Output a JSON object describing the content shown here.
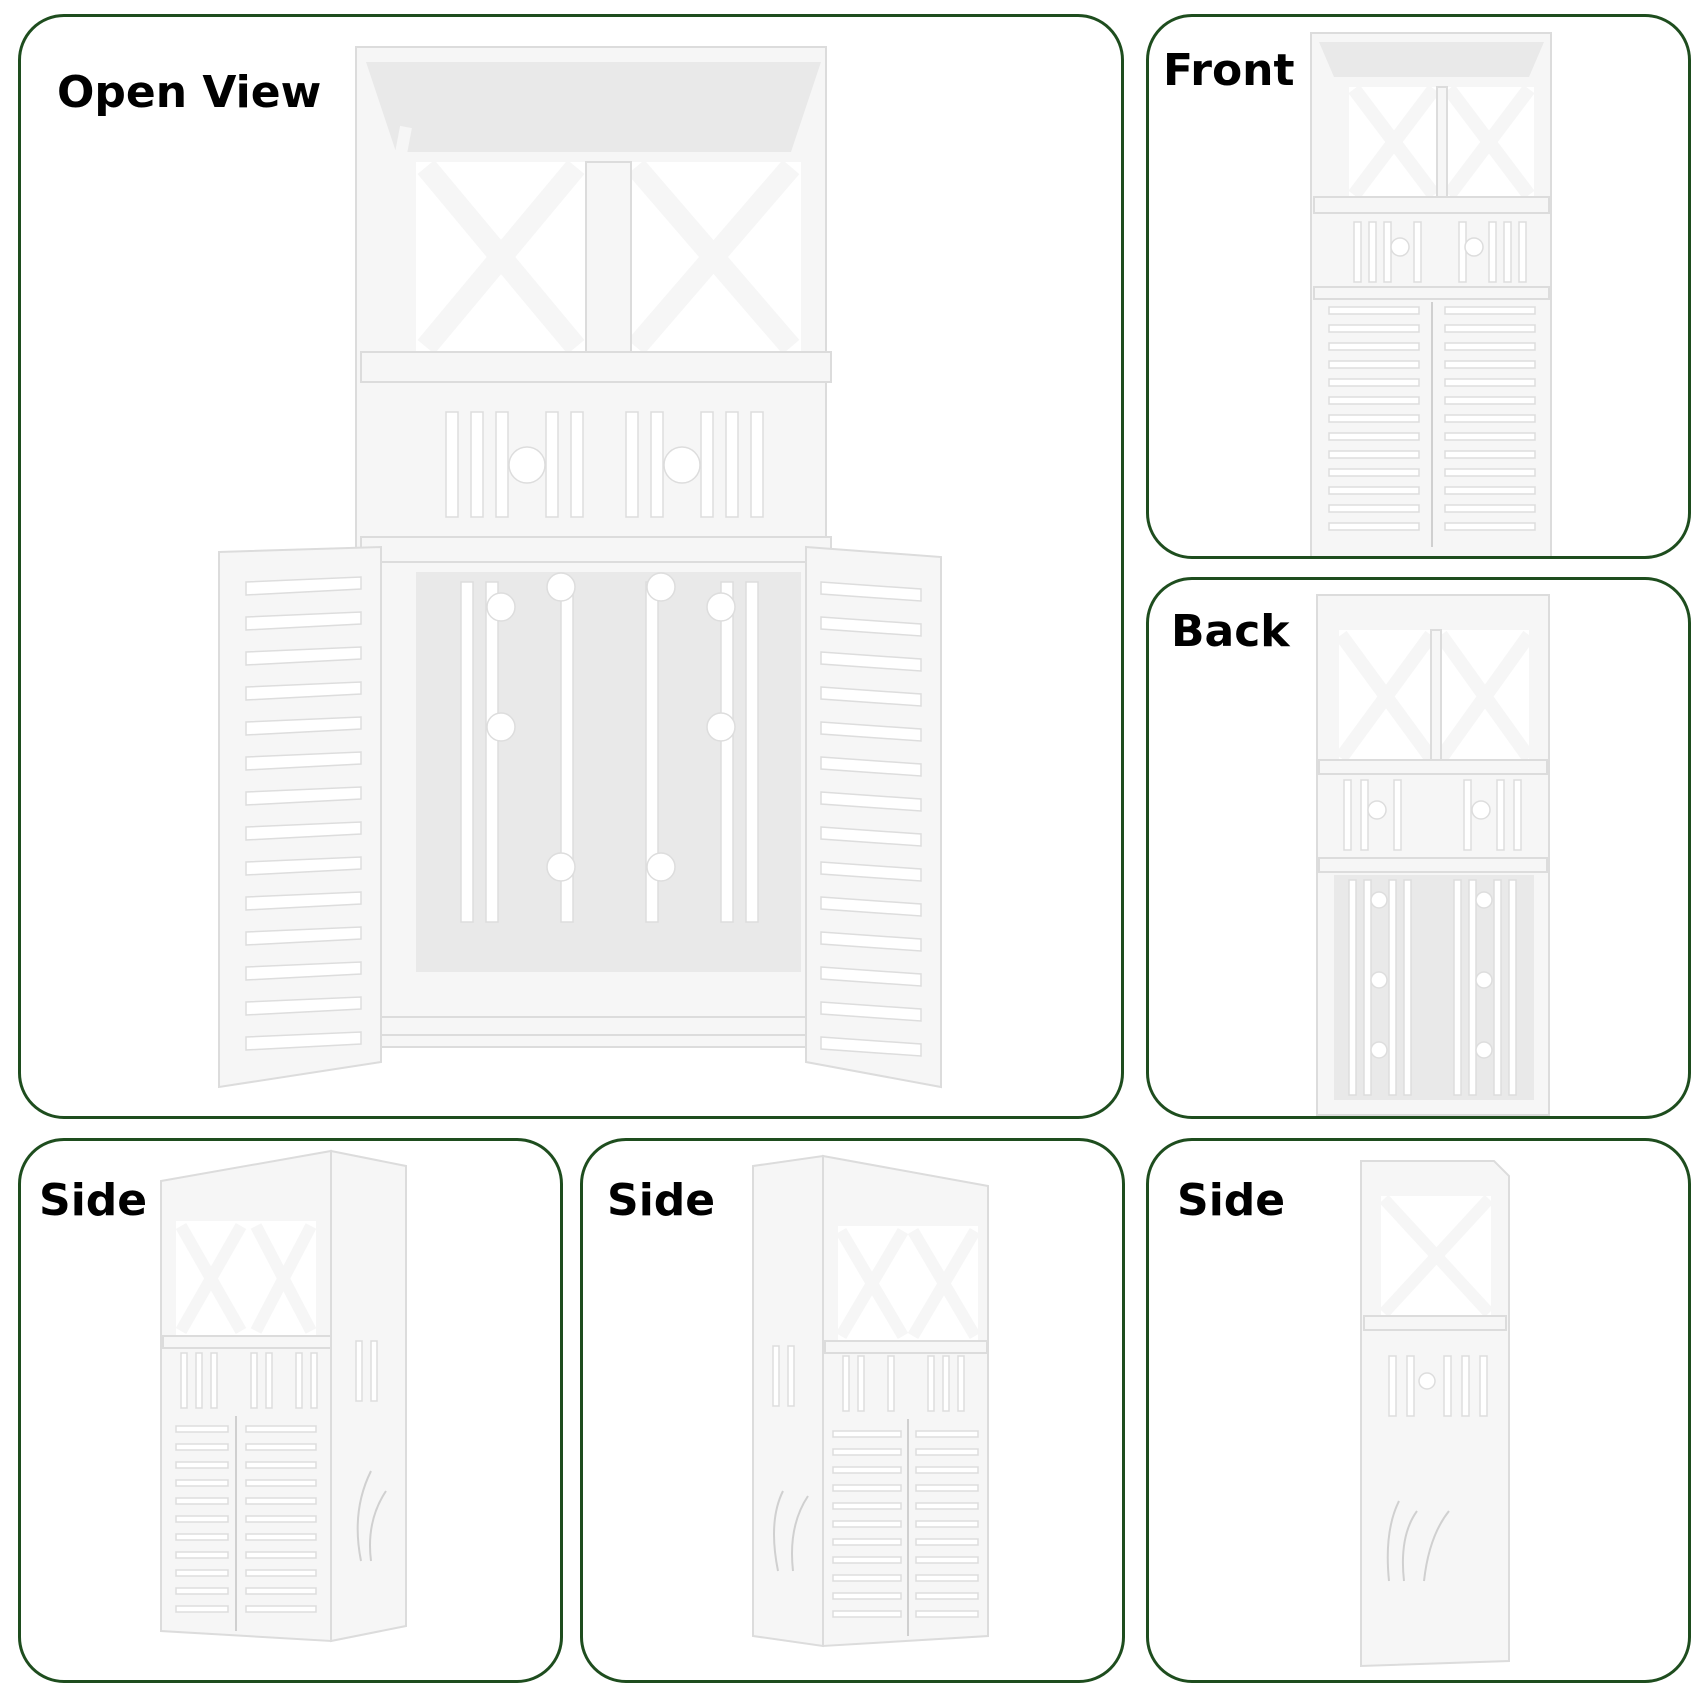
{
  "panels": [
    {
      "id": "open-view",
      "label": "Open View"
    },
    {
      "id": "front",
      "label": "Front"
    },
    {
      "id": "back",
      "label": "Back"
    },
    {
      "id": "side-left",
      "label": "Side"
    },
    {
      "id": "side-middle",
      "label": "Side"
    },
    {
      "id": "side-right",
      "label": "Side"
    }
  ],
  "colors": {
    "border": "#1e4d1e",
    "cabinet": "#f6f6f6",
    "background": "#ffffff"
  }
}
